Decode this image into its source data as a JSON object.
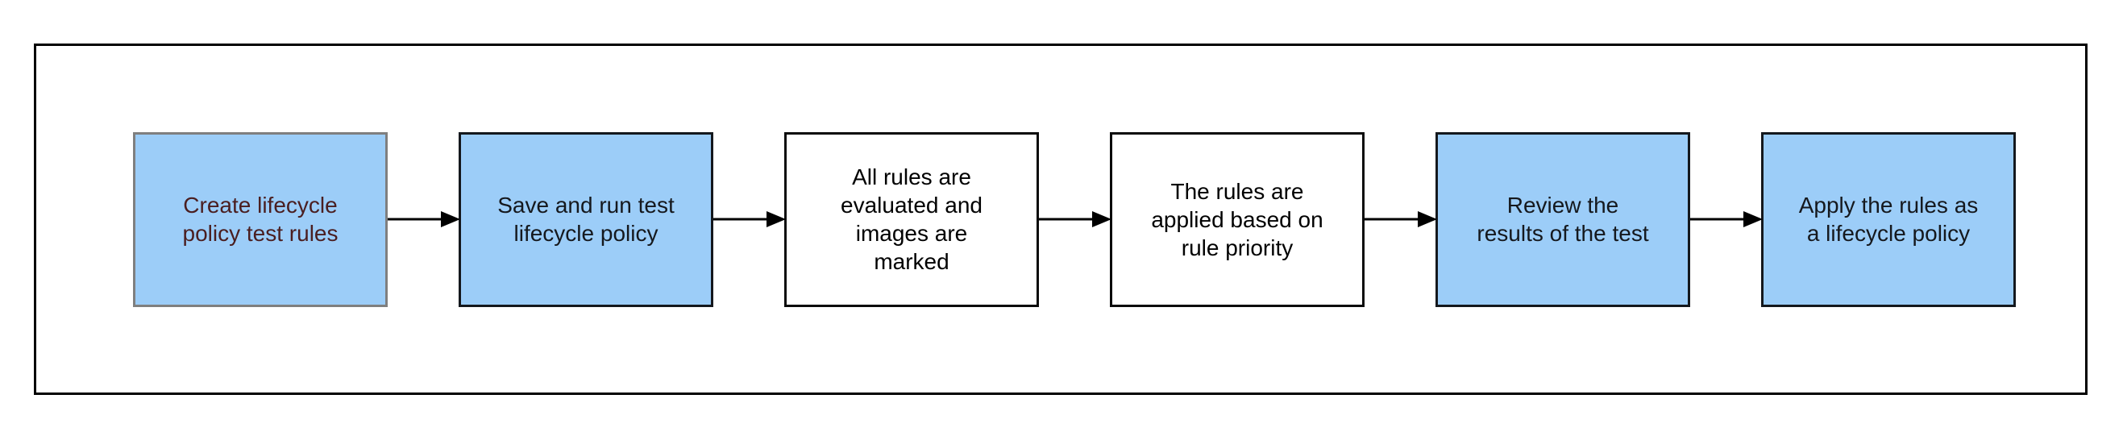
{
  "diagram": {
    "type": "flowchart",
    "direction": "left-to-right",
    "background_color": "#ffffff",
    "frame_border_color": "#000000",
    "arrow_color": "#000000",
    "highlight_fill": "#9ccdf8",
    "plain_fill": "#ffffff",
    "steps": [
      {
        "id": "create-test-rules",
        "label": "Create lifecycle\npolicy test rules",
        "fill": "#9ccdf8",
        "border_color": "#7f7f7f",
        "text_color": "#4a1e20",
        "highlighted": true
      },
      {
        "id": "save-run-test",
        "label": "Save and run test\nlifecycle policy",
        "fill": "#9ccdf8",
        "border_color": "#14181d",
        "text_color": "#15181d",
        "highlighted": true
      },
      {
        "id": "rules-evaluated",
        "label": "All rules are\nevaluated and\nimages are\nmarked",
        "fill": "#ffffff",
        "border_color": "#0a0a0a",
        "text_color": "#000000",
        "highlighted": false
      },
      {
        "id": "rules-applied",
        "label": "The rules are\napplied based on\nrule priority",
        "fill": "#ffffff",
        "border_color": "#0a0a0a",
        "text_color": "#000000",
        "highlighted": false
      },
      {
        "id": "review-results",
        "label": "Review the\nresults of the test",
        "fill": "#9ccdf8",
        "border_color": "#14181d",
        "text_color": "#15181d",
        "highlighted": true
      },
      {
        "id": "apply-rules",
        "label": "Apply the rules as\na lifecycle policy",
        "fill": "#9ccdf8",
        "border_color": "#14181d",
        "text_color": "#15181d",
        "highlighted": true
      }
    ],
    "connectors": [
      {
        "from": 0,
        "to": 1
      },
      {
        "from": 1,
        "to": 2
      },
      {
        "from": 2,
        "to": 3
      },
      {
        "from": 3,
        "to": 4
      },
      {
        "from": 4,
        "to": 5
      }
    ]
  }
}
